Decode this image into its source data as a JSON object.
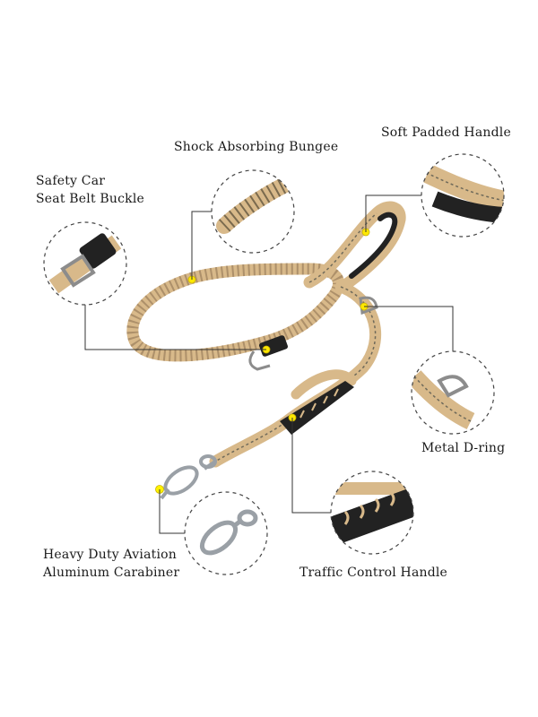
{
  "labels": {
    "shock_absorbing_bungee": "Shock Absorbing Bungee",
    "soft_padded_handle": "Soft Padded Handle",
    "safety_buckle_line1": "Safety Car",
    "safety_buckle_line2": "Seat Belt Buckle",
    "metal_d_ring": "Metal D-ring",
    "carabiner_line1": "Heavy Duty Aviation",
    "carabiner_line2": "Aluminum Carabiner",
    "traffic_control_handle": "Traffic Control Handle"
  },
  "colors": {
    "leash_tan": "#d8b98a",
    "leash_dark": "#8a7050",
    "stitch": "#6f6a5a",
    "leather": "#222222",
    "metal": "#9aa0a6",
    "marker": "#ffe800",
    "callout_line": "#333333",
    "dashed_circle": "#444444"
  }
}
